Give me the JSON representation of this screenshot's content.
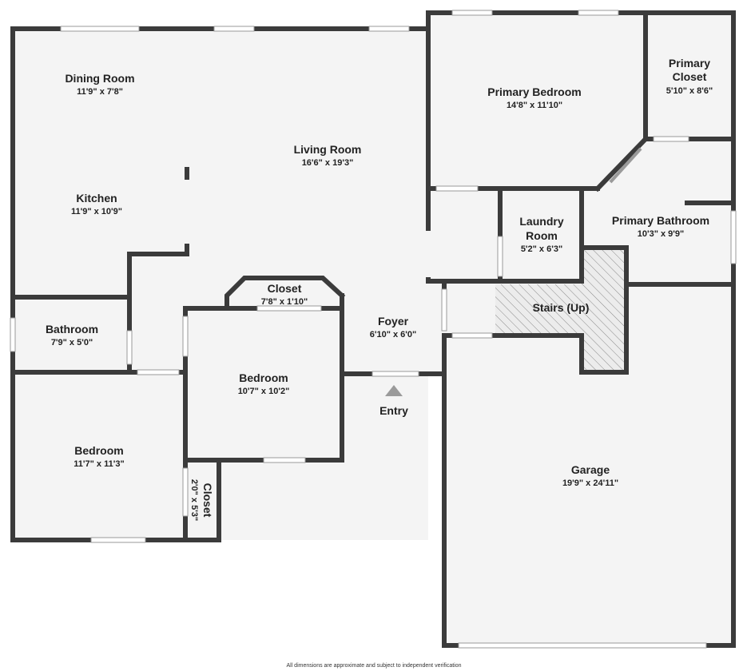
{
  "rooms": {
    "dining": {
      "name": "Dining Room",
      "dim": "11'9\" x 7'8\""
    },
    "living": {
      "name": "Living Room",
      "dim": "16'6\" x 19'3\""
    },
    "kitchen": {
      "name": "Kitchen",
      "dim": "11'9\" x 10'9\""
    },
    "primary_bedroom": {
      "name": "Primary Bedroom",
      "dim": "14'8\" x 11'10\""
    },
    "primary_closet": {
      "name_line1": "Primary",
      "name_line2": "Closet",
      "dim": "5'10\" x 8'6\""
    },
    "laundry": {
      "name_line1": "Laundry",
      "name_line2": "Room",
      "dim": "5'2\" x 6'3\""
    },
    "primary_bathroom": {
      "name": "Primary Bathroom",
      "dim": "10'3\" x 9'9\""
    },
    "stairs": {
      "name": "Stairs (Up)"
    },
    "hall_closet": {
      "name": "Closet",
      "dim": "7'8\" x 1'10\""
    },
    "bathroom": {
      "name": "Bathroom",
      "dim": "7'9\" x 5'0\""
    },
    "foyer": {
      "name": "Foyer",
      "dim": "6'10\" x 6'0\""
    },
    "bedroom_center": {
      "name": "Bedroom",
      "dim": "10'7\" x 10'2\""
    },
    "bedroom_left": {
      "name": "Bedroom",
      "dim": "11'7\" x 11'3\""
    },
    "small_closet": {
      "name": "Closet",
      "dim": "2'0\" x 5'3\""
    },
    "garage": {
      "name": "Garage",
      "dim": "19'9\" x 24'11\""
    }
  },
  "entry": {
    "label": "Entry"
  },
  "footer": {
    "disclaimer": "All dimensions are approximate and subject to independent verification"
  },
  "colors": {
    "wall": "#3b3b3b",
    "floor": "#f4f4f4",
    "stairs_hatch": "#8a8a8a",
    "text": "#222222"
  }
}
